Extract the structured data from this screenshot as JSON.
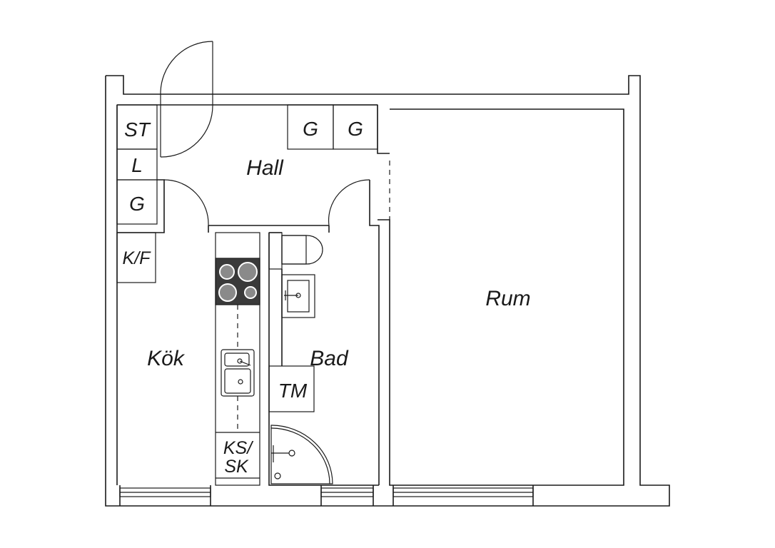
{
  "rooms": {
    "hall": "Hall",
    "kok": "Kök",
    "bad": "Bad",
    "rum": "Rum"
  },
  "fixtures": {
    "st": "ST",
    "l": "L",
    "g_left": "G",
    "g_top_1": "G",
    "g_top_2": "G",
    "kf": "K/F",
    "tm": "TM",
    "ks_line1": "KS/",
    "ks_line2": "SK"
  },
  "colors": {
    "line": "#1a1a1a",
    "stove": "#3a3a3a",
    "background": "#ffffff"
  }
}
